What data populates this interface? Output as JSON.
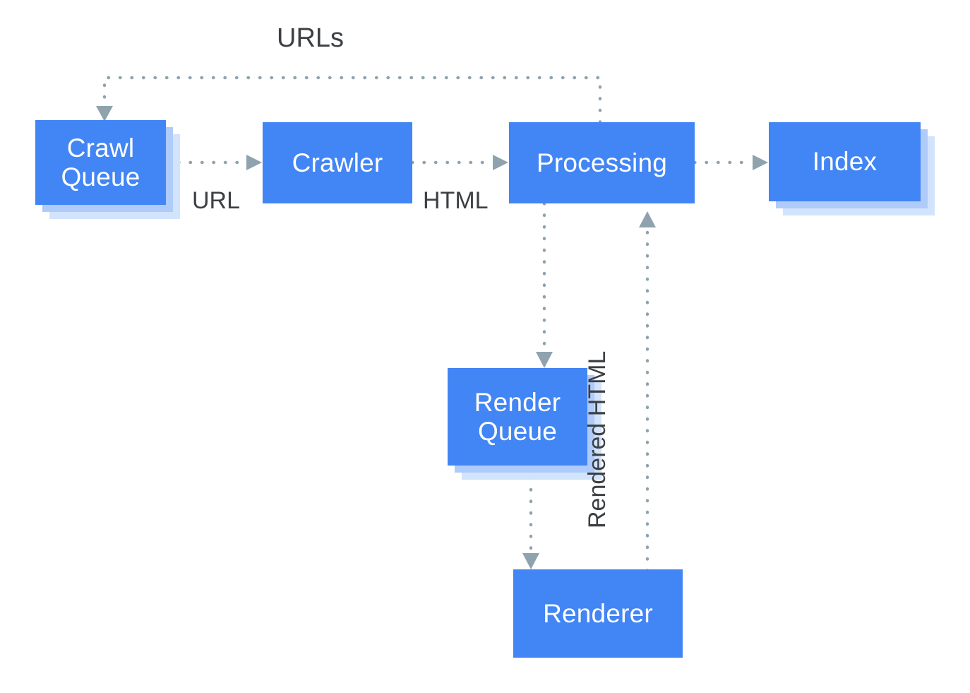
{
  "diagram": {
    "title_text_present": false,
    "background_color": "#ffffff",
    "accent_color": "#4285f4",
    "shadow_color_1": "#aecbfa",
    "shadow_color_2": "#d2e3fc",
    "connector_color": "#8fa3ae",
    "label_color": "#3c4043",
    "node_text_color": "#ffffff"
  },
  "nodes": [
    {
      "id": "crawl-queue",
      "label": "Crawl\nQueue",
      "stacked": true
    },
    {
      "id": "crawler",
      "label": "Crawler",
      "stacked": false
    },
    {
      "id": "processing",
      "label": "Processing",
      "stacked": false
    },
    {
      "id": "index",
      "label": "Index",
      "stacked": true
    },
    {
      "id": "render-queue",
      "label": "Render\nQueue",
      "stacked": true
    },
    {
      "id": "renderer",
      "label": "Renderer",
      "stacked": false
    }
  ],
  "edge_labels": {
    "urls": "URLs",
    "url": "URL",
    "html": "HTML",
    "rendered_html": "Rendered HTML"
  },
  "edges": [
    {
      "id": "processing-to-crawl-queue",
      "from": "processing",
      "to": "crawl-queue",
      "label": "URLs"
    },
    {
      "id": "crawl-queue-to-crawler",
      "from": "crawl-queue",
      "to": "crawler",
      "label": "URL"
    },
    {
      "id": "crawler-to-processing",
      "from": "crawler",
      "to": "processing",
      "label": "HTML"
    },
    {
      "id": "processing-to-index",
      "from": "processing",
      "to": "index",
      "label": ""
    },
    {
      "id": "processing-to-render-queue",
      "from": "processing",
      "to": "render-queue",
      "label": ""
    },
    {
      "id": "render-queue-to-renderer",
      "from": "render-queue",
      "to": "renderer",
      "label": ""
    },
    {
      "id": "renderer-to-processing",
      "from": "renderer",
      "to": "processing",
      "label": "Rendered HTML"
    }
  ]
}
